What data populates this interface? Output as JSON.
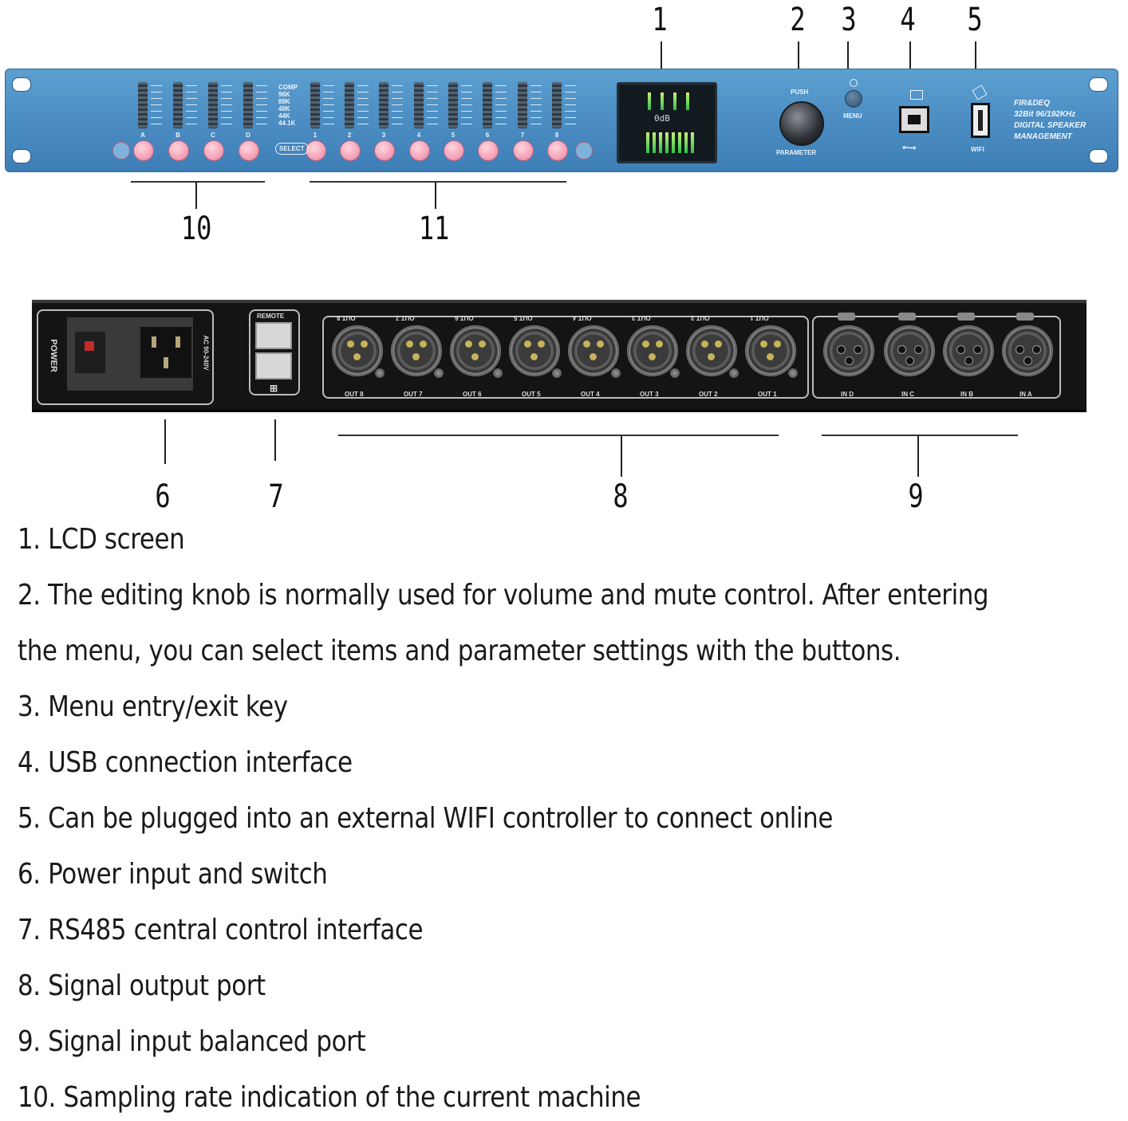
{
  "callout_numbers": {
    "n1": "1",
    "n2": "2",
    "n3": "3",
    "n4": "4",
    "n5": "5",
    "n6": "6",
    "n7": "7",
    "n8": "8",
    "n9": "9",
    "n10": "10",
    "n11": "11"
  },
  "front_panel": {
    "input_channels": [
      "A",
      "B",
      "C",
      "D"
    ],
    "output_channels": [
      "1",
      "2",
      "3",
      "4",
      "5",
      "6",
      "7",
      "8"
    ],
    "rate_labels": [
      "COMP",
      "96K",
      "88K",
      "48K",
      "44K",
      "44.1K"
    ],
    "lcd_value": "0dB",
    "knob_top_label": "PUSH",
    "knob_bottom_label": "PARAMETER",
    "menu_label": "MENU",
    "wifi_label": "WIFI",
    "brand_lines": [
      "FIR&DEQ",
      "32Bit 96/192KHz",
      "DIGITAL SPEAKER",
      "MANAGEMENT"
    ],
    "select_label": "SELECT"
  },
  "rear_panel": {
    "power_label": "POWER",
    "ac_label": "AC 90-240V",
    "remote_label": "REMOTE",
    "outputs": [
      "OUT 8",
      "OUT 7",
      "OUT 6",
      "OUT 5",
      "OUT 4",
      "OUT 3",
      "OUT 2",
      "OUT 1"
    ],
    "inputs": [
      "IN D",
      "IN C",
      "IN B",
      "IN A"
    ]
  },
  "captions": [
    "1. LCD screen",
    "2. The editing knob is normally used for volume and mute control. After entering",
    "the menu, you can select items and parameter settings with the buttons.",
    "3. Menu entry/exit key",
    "4. USB connection interface",
    "5. Can be plugged into an external WIFI controller to connect online",
    "6. Power input and switch",
    "7. RS485 central control interface",
    "8. Signal output port",
    "9. Signal input balanced port",
    "10. Sampling rate indication of the current machine"
  ]
}
